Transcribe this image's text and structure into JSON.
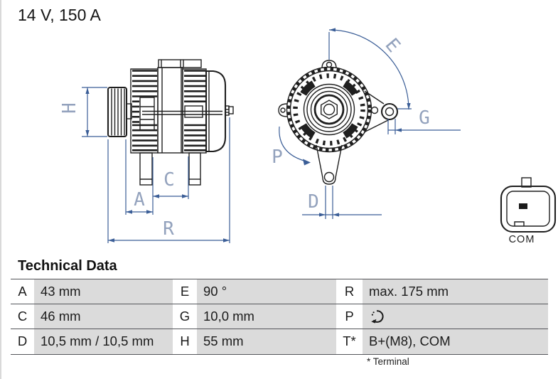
{
  "header": {
    "spec": "14 V, 150 A"
  },
  "diagram": {
    "labels": {
      "H": "H",
      "A": "A",
      "C": "C",
      "R": "R",
      "E": "E",
      "G": "G",
      "P": "P",
      "D": "D"
    },
    "connector_label": "COM",
    "rotation_icon": "counterclockwise-rotation",
    "colors": {
      "drawing_line": "#1f1f1f",
      "dimension_line": "#3b5e97",
      "dimension_label": "#93a2bd",
      "table_row_shade": "#dbdbdb"
    }
  },
  "table": {
    "title": "Technical Data",
    "rows": [
      {
        "c1k": "A",
        "c1v": "43 mm",
        "c2k": "E",
        "c2v": "90 °",
        "c3k": "R",
        "c3v": "max. 175 mm"
      },
      {
        "c1k": "C",
        "c1v": "46 mm",
        "c2k": "G",
        "c2v": "10,0 mm",
        "c3k": "P",
        "c3v": ""
      },
      {
        "c1k": "D",
        "c1v": "10,5 mm / 10,5 mm",
        "c2k": "H",
        "c2v": "55 mm",
        "c3k": "T*",
        "c3v": "B+(M8), COM"
      }
    ],
    "footnote": "* Terminal"
  }
}
